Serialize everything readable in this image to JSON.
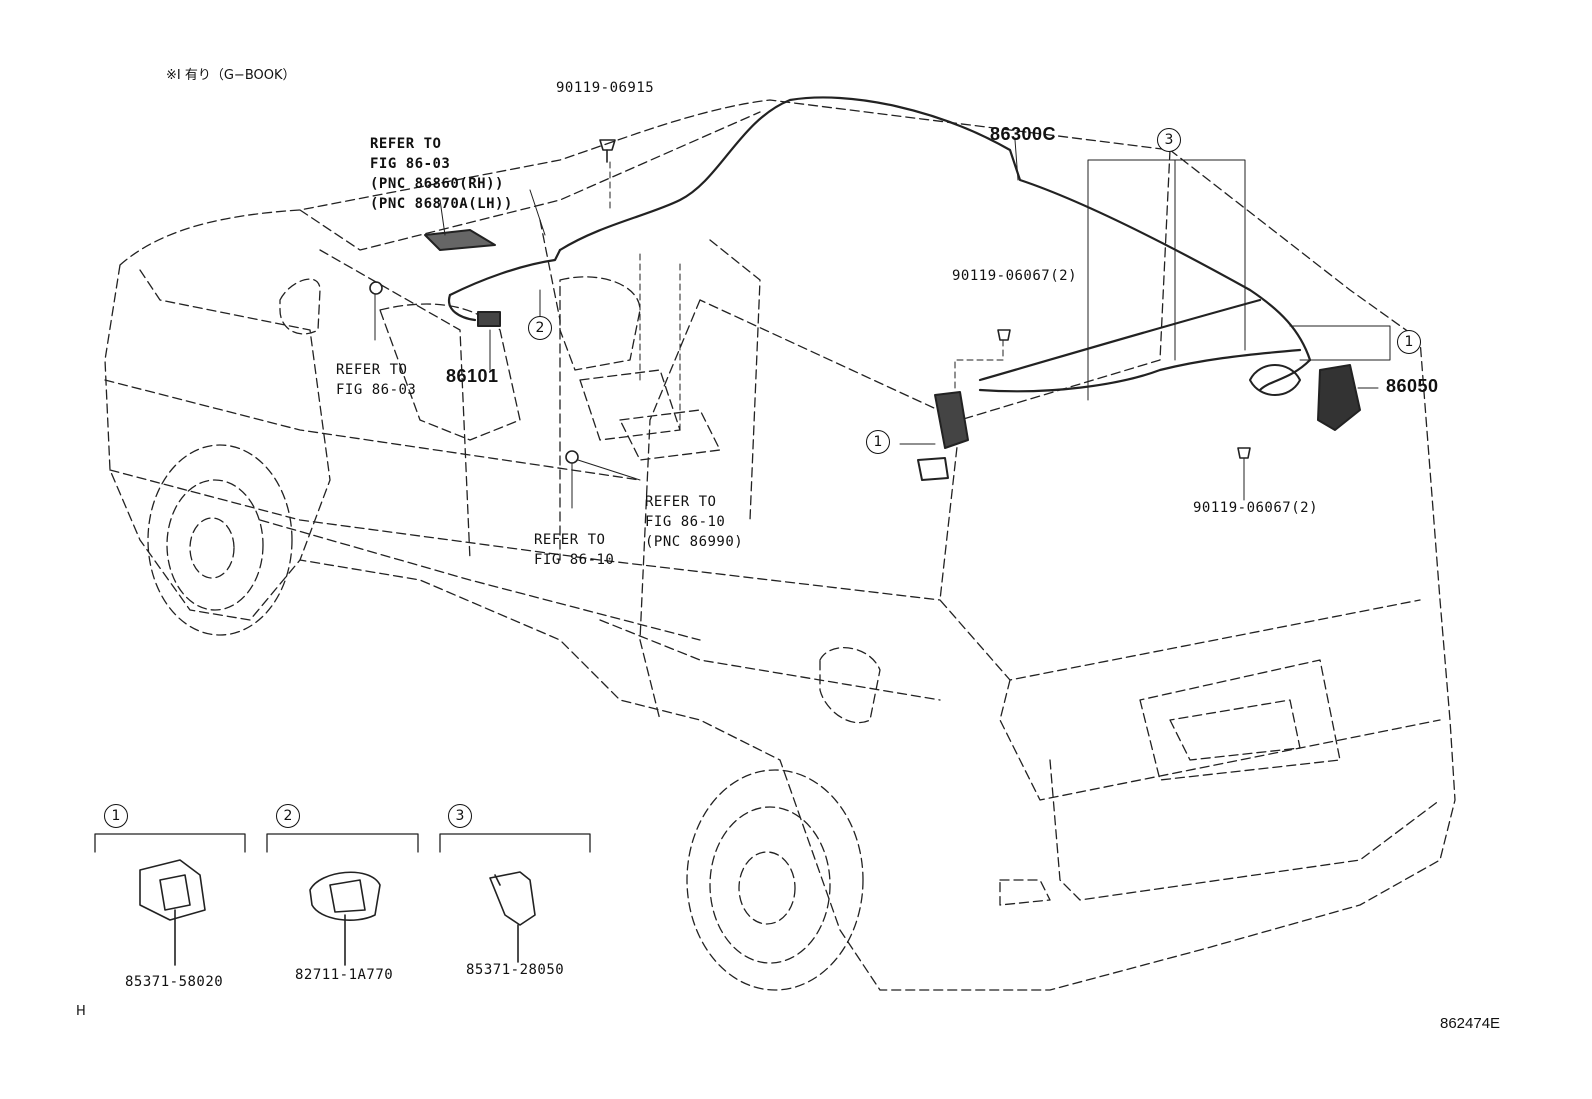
{
  "header_note": "※I 有り（G−BOOK）",
  "labels": {
    "bolt_top": "90119-06915",
    "refer_rh_lh_1": "REFER TO",
    "refer_rh_lh_2": "FIG 86-03",
    "refer_rh_lh_3": "(PNC 86860(RH))",
    "refer_rh_lh_4": "(PNC 86870A(LH))",
    "harness": "86300C",
    "clip3_top": "3",
    "bolt_mid": "90119-06067(2)",
    "clip1_right": "1",
    "unit_86050": "86050",
    "clip1_left": "1",
    "bolt_right": "90119-06067(2)",
    "clip2_mid": "2",
    "refer_8603_1": "REFER TO",
    "refer_8603_2": "FIG 86-03",
    "part_86101": "86101",
    "refer_8610a_1": "REFER TO",
    "refer_8610a_2": "FIG 86-10",
    "refer_8610a_3": "(PNC 86990)",
    "refer_8610b_1": "REFER TO",
    "refer_8610b_2": "FIG 86-10"
  },
  "legend": [
    {
      "num": "1",
      "part": "85371-58020"
    },
    {
      "num": "2",
      "part": "82711-1A770"
    },
    {
      "num": "3",
      "part": "85371-28050"
    }
  ],
  "corner_letter": "H",
  "figure_id": "862474E"
}
